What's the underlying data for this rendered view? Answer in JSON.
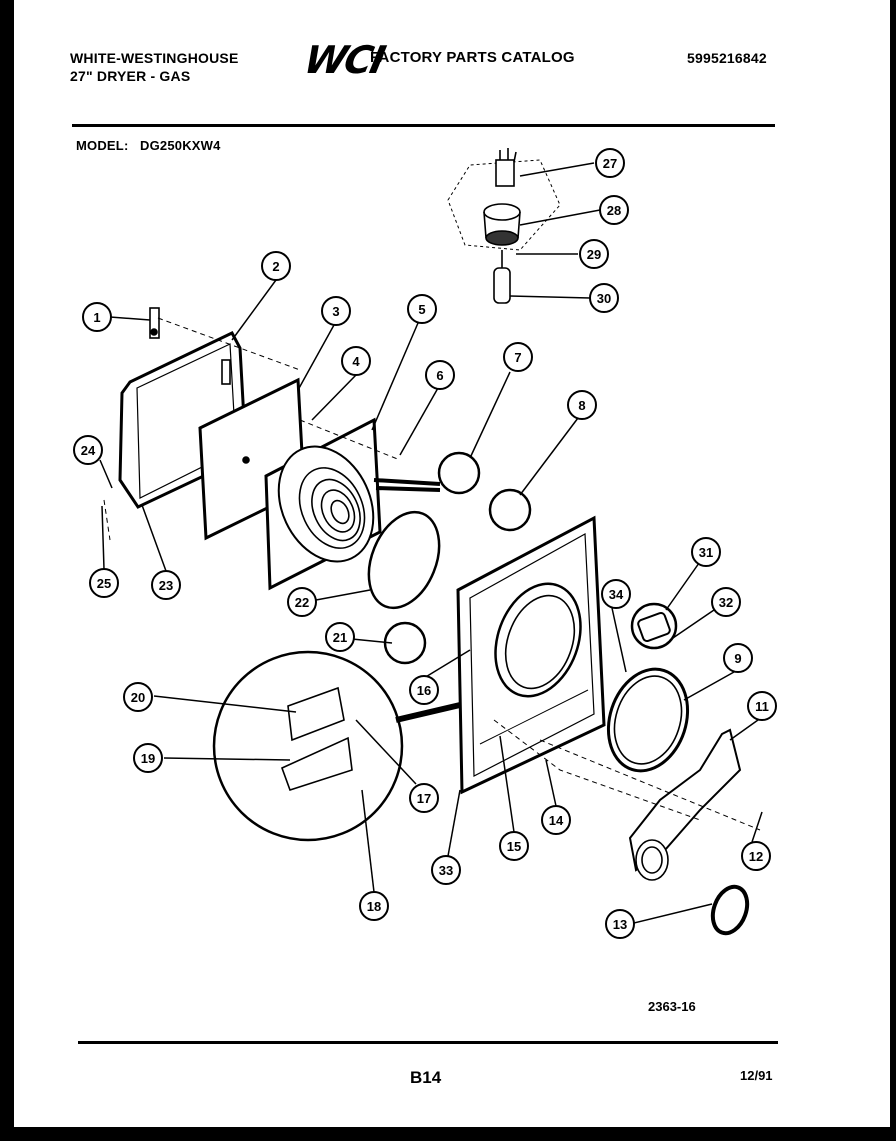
{
  "header": {
    "brand": "WHITE-WESTINGHOUSE",
    "product": "27\" DRYER - GAS",
    "logo_text": "WCI",
    "catalog_title": "FACTORY PARTS CATALOG",
    "catalog_number": "5995216842"
  },
  "model": {
    "label": "MODEL:",
    "value": "DG250KXW4"
  },
  "diagram": {
    "callouts": [
      "1",
      "2",
      "3",
      "4",
      "5",
      "6",
      "7",
      "8",
      "9",
      "11",
      "12",
      "13",
      "14",
      "15",
      "16",
      "17",
      "18",
      "19",
      "20",
      "21",
      "22",
      "23",
      "24",
      "25",
      "27",
      "28",
      "29",
      "30",
      "31",
      "32",
      "33",
      "34"
    ]
  },
  "footer": {
    "drawing_number": "2363-16",
    "page_number": "B14",
    "date": "12/91"
  }
}
